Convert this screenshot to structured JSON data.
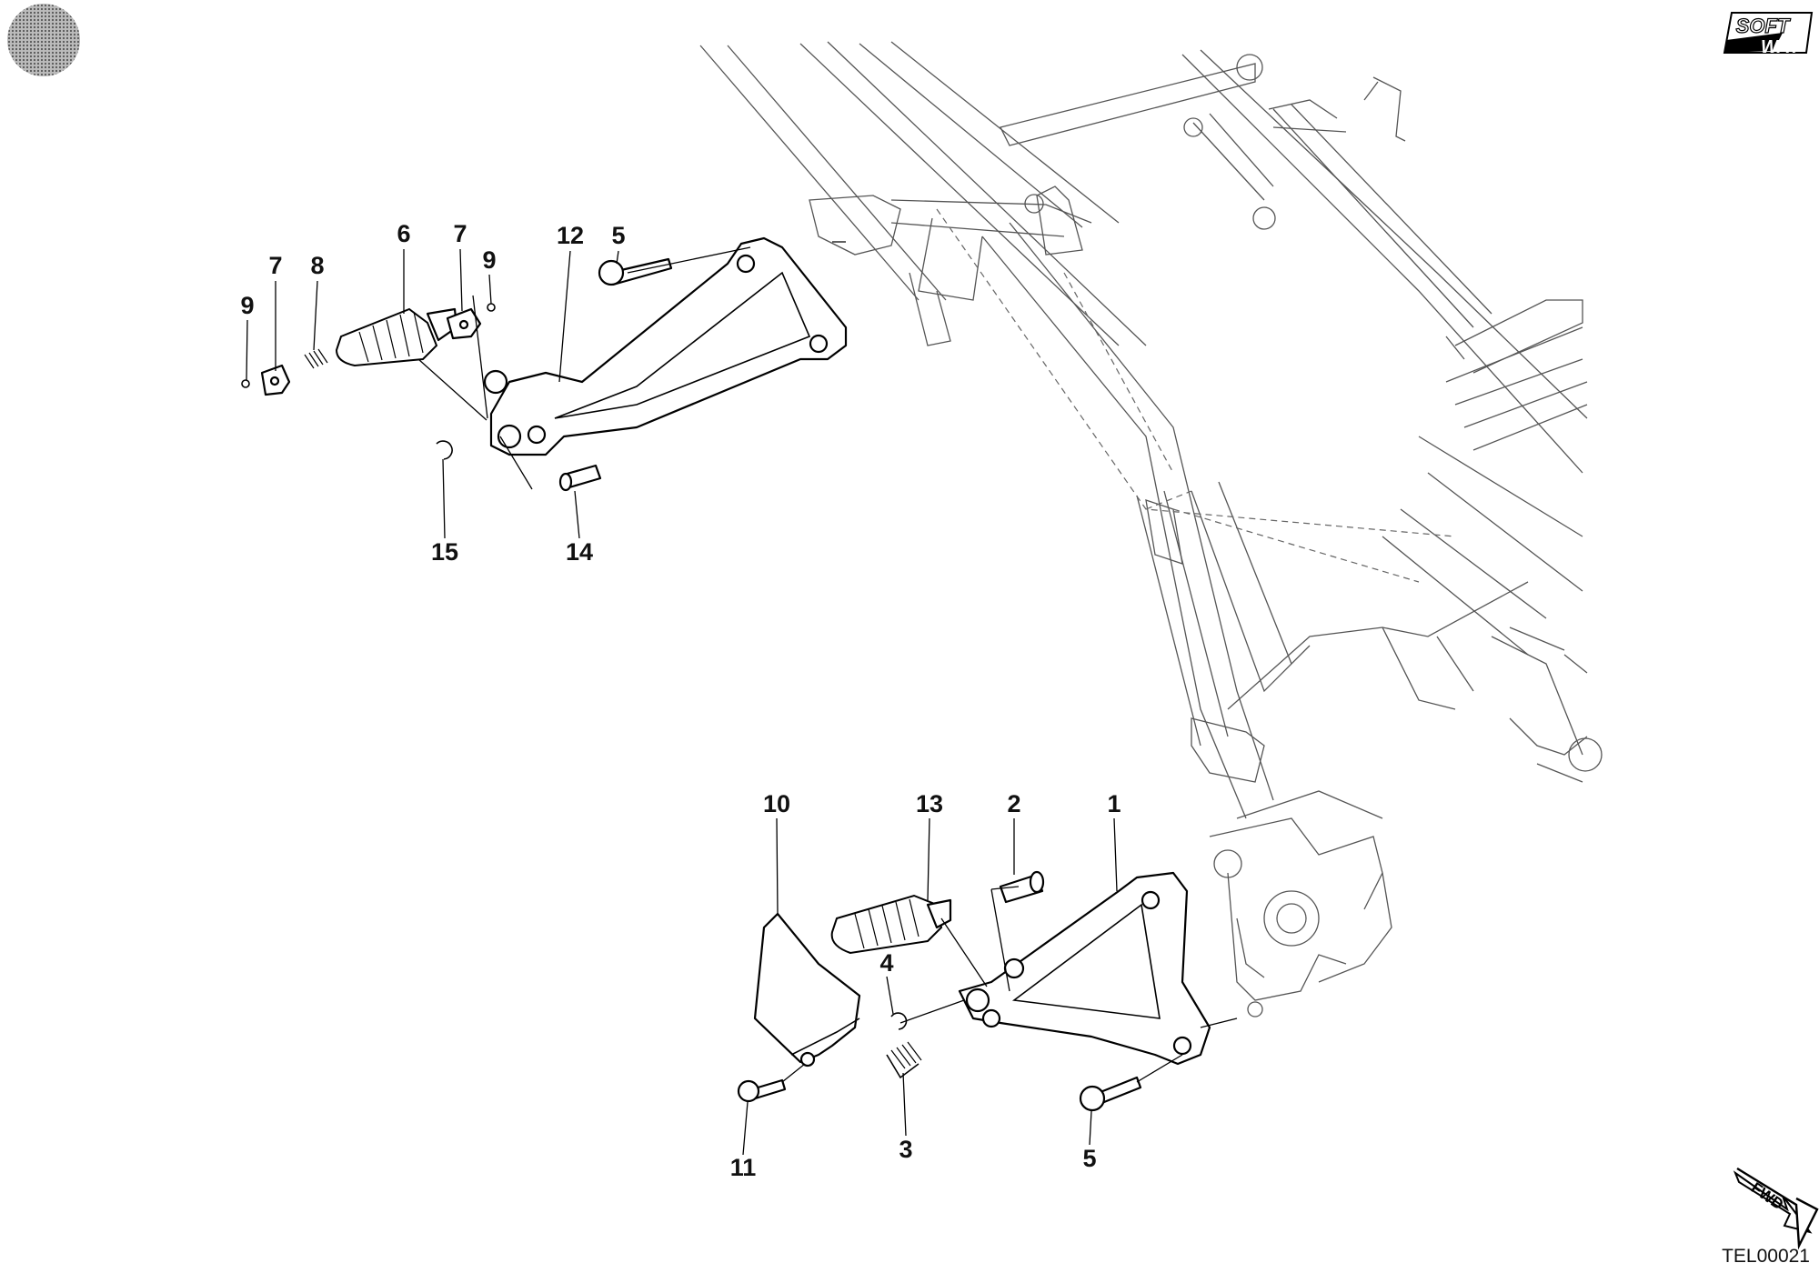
{
  "document": {
    "reference_code": "TEL00021",
    "logo": {
      "line1": "SOFT",
      "line2": "WAY"
    },
    "direction_badge": "FWD"
  },
  "callouts": [
    {
      "id": "c12",
      "label": "12"
    },
    {
      "id": "c5a",
      "label": "5"
    },
    {
      "id": "c6",
      "label": "6"
    },
    {
      "id": "c7a",
      "label": "7"
    },
    {
      "id": "c7b",
      "label": "7"
    },
    {
      "id": "c8",
      "label": "8"
    },
    {
      "id": "c9a",
      "label": "9"
    },
    {
      "id": "c9b",
      "label": "9"
    },
    {
      "id": "c15",
      "label": "15"
    },
    {
      "id": "c14",
      "label": "14"
    },
    {
      "id": "c10",
      "label": "10"
    },
    {
      "id": "c13",
      "label": "13"
    },
    {
      "id": "c2",
      "label": "2"
    },
    {
      "id": "c1",
      "label": "1"
    },
    {
      "id": "c4",
      "label": "4"
    },
    {
      "id": "c3",
      "label": "3"
    },
    {
      "id": "c11",
      "label": "11"
    },
    {
      "id": "c5b",
      "label": "5"
    }
  ]
}
